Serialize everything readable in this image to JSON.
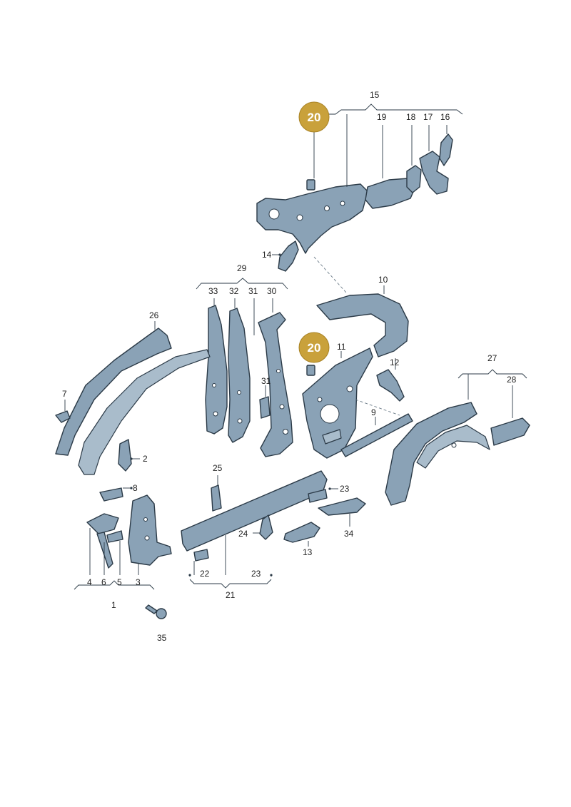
{
  "labels": {
    "l1": "1",
    "l2": "2",
    "l3": "3",
    "l4": "4",
    "l5": "5",
    "l6": "6",
    "l7": "7",
    "l8": "8",
    "l9": "9",
    "l10": "10",
    "l11": "11",
    "l12": "12",
    "l13": "13",
    "l14": "14",
    "l15": "15",
    "l16": "16",
    "l17": "17",
    "l18": "18",
    "l19": "19",
    "l21": "21",
    "l22": "22",
    "l23a": "23",
    "l23b": "23",
    "l24": "24",
    "l25": "25",
    "l26": "26",
    "l27": "27",
    "l28": "28",
    "l29": "29",
    "l30": "30",
    "l31a": "31",
    "l31b": "31",
    "l32": "32",
    "l33": "33",
    "l34": "34",
    "l35": "35"
  },
  "badges": {
    "top": "20",
    "middle": "20"
  },
  "colors": {
    "part": "#8aa2b6",
    "badge": "#c9a13b",
    "line": "#2b3a47"
  }
}
